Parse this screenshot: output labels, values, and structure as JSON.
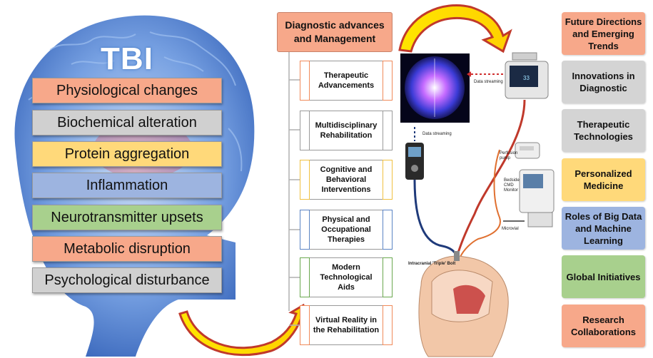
{
  "brain": {
    "title": "TBI",
    "causes": [
      {
        "label": "Physiological changes",
        "color": "#f7a88a"
      },
      {
        "label": "Biochemical alteration",
        "color": "#d0d0d0"
      },
      {
        "label": "Protein aggregation",
        "color": "#ffd97a"
      },
      {
        "label": "Inflammation",
        "color": "#9db4e0"
      },
      {
        "label": "Neurotransmitter upsets",
        "color": "#a8d08d"
      },
      {
        "label": "Metabolic disruption",
        "color": "#f7a88a"
      },
      {
        "label": "Psychological disturbance",
        "color": "#d0d0d0"
      }
    ]
  },
  "center": {
    "header": "Diagnostic advances and Management",
    "items": [
      "Therapeutic Advancements",
      "Multidisciplinary Rehabilitation",
      "Cognitive and Behavioral Interventions",
      "Physical and Occupational Therapies",
      "Modern Technological Aids",
      "Virtual Reality in the Rehabilitation"
    ]
  },
  "illustration": {
    "labels": {
      "stream_top": "Data streaming",
      "stream_mid": "Data streaming",
      "perfusion": "Perfusion pump",
      "cmd": "Bedside CMD Monitor",
      "microvial": "Microvial",
      "bolt": "Intracranial 'Triple' Bolt",
      "monitor_value": "33"
    }
  },
  "right": {
    "items": [
      {
        "label": "Future Directions and Emerging Trends",
        "color": "#f7a88a"
      },
      {
        "label": "Innovations in Diagnostic",
        "color": "#d4d4d4"
      },
      {
        "label": "Therapeutic Technologies",
        "color": "#d4d4d4"
      },
      {
        "label": "Personalized Medicine",
        "color": "#ffd97a"
      },
      {
        "label": "Roles of Big Data and Machine Learning",
        "color": "#9db4e0"
      },
      {
        "label": "Global Initiatives",
        "color": "#a8d08d"
      },
      {
        "label": "Research Collaborations",
        "color": "#f7a88a"
      }
    ]
  }
}
